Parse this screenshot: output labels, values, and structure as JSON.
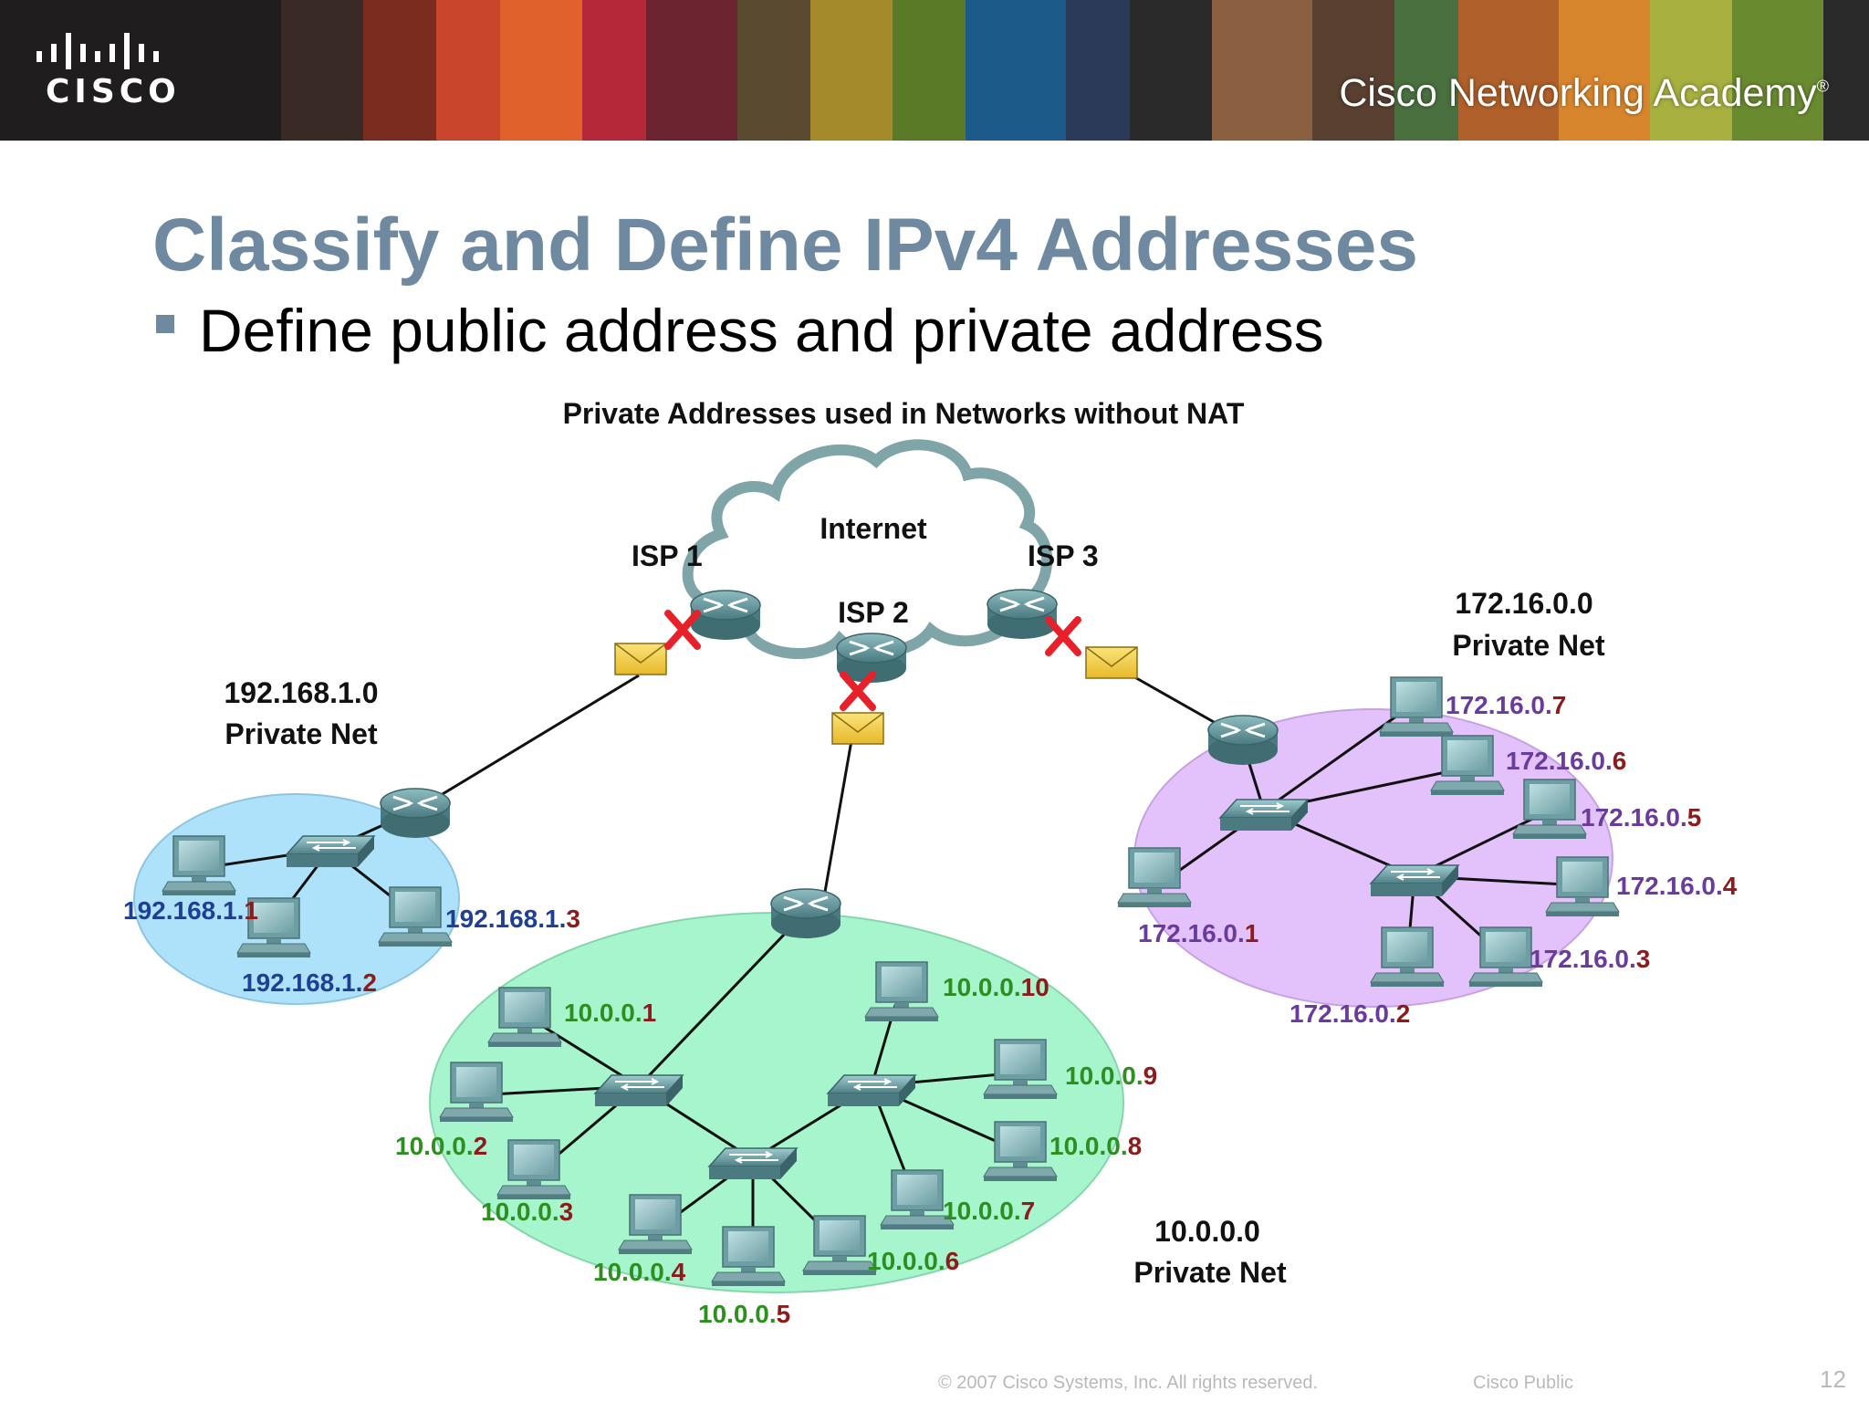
{
  "header": {
    "logo_text": "CISCO",
    "logo_icon": "cisco-bars-icon",
    "academy_text": "Cisco Networking Academy",
    "academy_mark": "®"
  },
  "slide": {
    "title": "Classify and Define IPv4 Addresses",
    "bullet": "Define public address and private address"
  },
  "diagram": {
    "title": "Private Addresses used in Networks without NAT",
    "cloud_label": "Internet",
    "isp_labels": [
      "ISP 1",
      "ISP 2",
      "ISP 3"
    ],
    "networks": [
      {
        "net_address": "192.168.1.0",
        "net_label": "Private Net",
        "color": "#aee2fb",
        "hosts": [
          {
            "prefix": "192.168.1.",
            "suffix": "1"
          },
          {
            "prefix": "192.168.1.",
            "suffix": "2"
          },
          {
            "prefix": "192.168.1.",
            "suffix": "3"
          }
        ]
      },
      {
        "net_address": "10.0.0.0",
        "net_label": "Private Net",
        "color": "#a6f5cd",
        "hosts": [
          {
            "prefix": "10.0.0.",
            "suffix": "1"
          },
          {
            "prefix": "10.0.0.",
            "suffix": "2"
          },
          {
            "prefix": "10.0.0.",
            "suffix": "3"
          },
          {
            "prefix": "10.0.0.",
            "suffix": "4"
          },
          {
            "prefix": "10.0.0.",
            "suffix": "5"
          },
          {
            "prefix": "10.0.0.",
            "suffix": "6"
          },
          {
            "prefix": "10.0.0.",
            "suffix": "7"
          },
          {
            "prefix": "10.0.0.",
            "suffix": "8"
          },
          {
            "prefix": "10.0.0.",
            "suffix": "9"
          },
          {
            "prefix": "10.0.0.",
            "suffix": "10"
          }
        ]
      },
      {
        "net_address": "172.16.0.0",
        "net_label": "Private Net",
        "color": "#e3c1fb",
        "hosts": [
          {
            "prefix": "172.16.0.",
            "suffix": "1"
          },
          {
            "prefix": "172.16.0.",
            "suffix": "2"
          },
          {
            "prefix": "172.16.0.",
            "suffix": "3"
          },
          {
            "prefix": "172.16.0.",
            "suffix": "4"
          },
          {
            "prefix": "172.16.0.",
            "suffix": "5"
          },
          {
            "prefix": "172.16.0.",
            "suffix": "6"
          },
          {
            "prefix": "172.16.0.",
            "suffix": "7"
          }
        ]
      }
    ],
    "colors": {
      "net1_prefix": "#1f3f95",
      "net2_prefix": "#2d8f1f",
      "net3_prefix": "#6a3b9c",
      "suffix": "#8e1b1b",
      "blocked_mark": "#e8202a",
      "packet": "#f5d24a",
      "device": "#5f9197"
    },
    "icons": [
      "router-icon",
      "switch-icon",
      "pc-icon",
      "envelope-icon",
      "blocked-x-icon",
      "cloud-icon"
    ]
  },
  "footer": {
    "copyright": "© 2007 Cisco Systems, Inc. All rights reserved.",
    "classification": "Cisco Public",
    "page_number": "12"
  }
}
